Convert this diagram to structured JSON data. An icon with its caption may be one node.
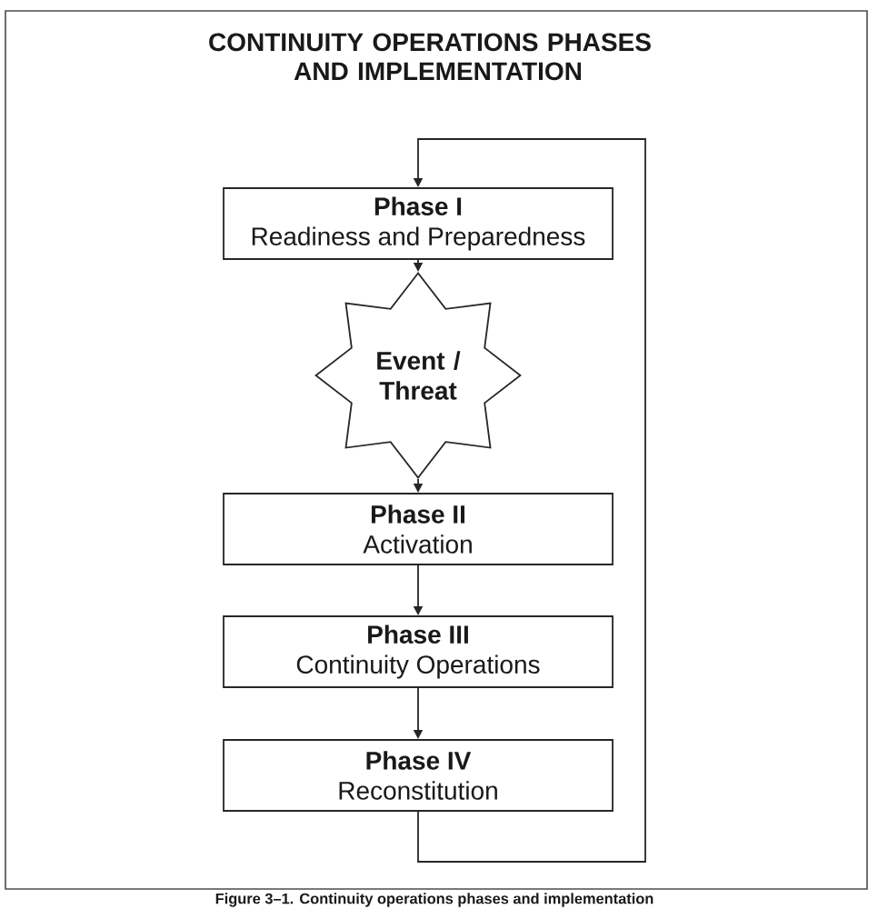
{
  "diagram": {
    "title": "CONTINUITY OPERATIONS PHASES AND IMPLEMENTATION",
    "caption": "Figure 3–1. Continuity operations phases and implementation",
    "nodes": [
      {
        "text": [
          "Phase I",
          "Readiness and Preparedness"
        ]
      },
      {
        "text": [
          "Event / Threat"
        ]
      },
      {
        "text": [
          "Phase II",
          "Activation"
        ]
      },
      {
        "text": [
          "Phase III",
          "Continuity Operations"
        ]
      },
      {
        "text": [
          "Phase IV",
          "Reconstitution"
        ]
      }
    ],
    "edges": [
      {
        "from": 0,
        "to": 1,
        "arrow": "to"
      },
      {
        "from": 1,
        "to": 2,
        "arrow": "to"
      },
      {
        "from": 2,
        "to": 3,
        "arrow": "to"
      },
      {
        "from": 3,
        "to": 4,
        "arrow": "to"
      },
      {
        "from": 4,
        "to": 0,
        "arrow": "to"
      }
    ]
  }
}
